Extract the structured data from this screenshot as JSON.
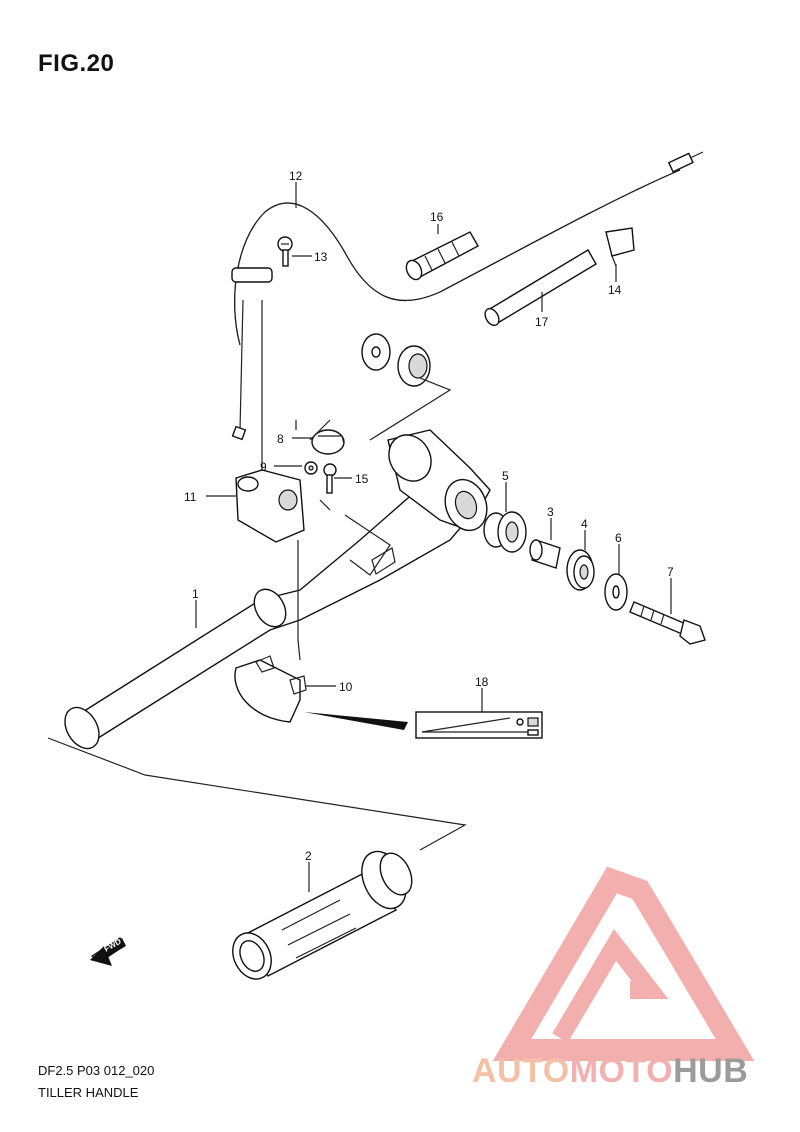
{
  "header": {
    "figure_label": "FIG.20"
  },
  "footer": {
    "model_code": "DF2.5 P03 012_020",
    "section_title": "TILLER HANDLE"
  },
  "fwd_arrow": {
    "label": "FWD"
  },
  "callouts": [
    "1",
    "2",
    "3",
    "4",
    "5",
    "6",
    "7",
    "8",
    "9",
    "10",
    "11",
    "12",
    "13",
    "14",
    "15",
    "16",
    "17",
    "18"
  ],
  "watermark": {
    "text_part1": "AUTO",
    "text_part2": "MOTO",
    "text_part3": "HUB",
    "colors": {
      "part1": "#f3b79a",
      "part2": "#f0a3a3",
      "part3": "#8a8a8a",
      "triangle": "#f2a1a1"
    }
  }
}
